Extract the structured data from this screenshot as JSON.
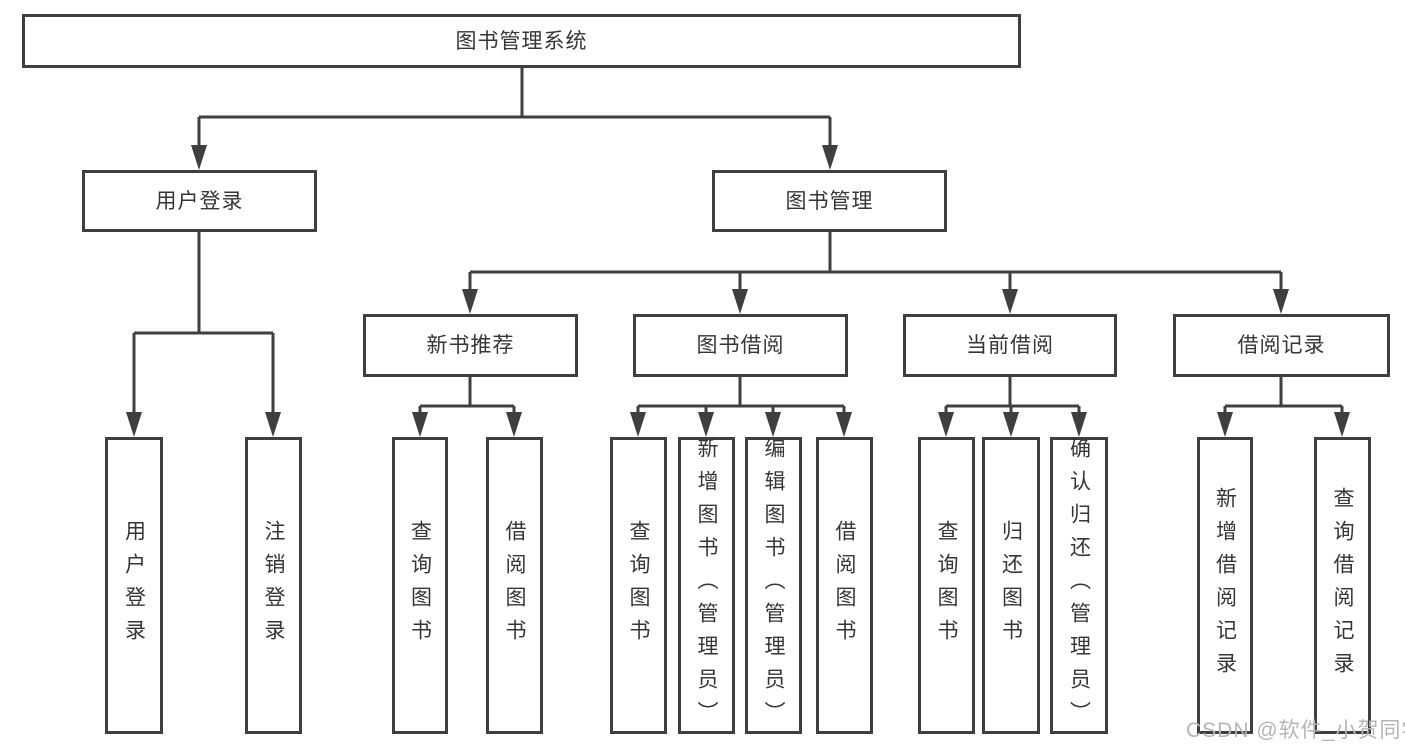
{
  "tree": {
    "root": {
      "label": "图书管理系统"
    },
    "level2": [
      {
        "label": "用户登录",
        "leaves": [
          {
            "label": "用户登录"
          },
          {
            "label": "注销登录"
          }
        ]
      },
      {
        "label": "图书管理",
        "sections": [
          {
            "label": "新书推荐",
            "leaves": [
              {
                "label": "查询图书"
              },
              {
                "label": "借阅图书"
              }
            ]
          },
          {
            "label": "图书借阅",
            "leaves": [
              {
                "label": "查询图书"
              },
              {
                "label": "新增图书（管理员）"
              },
              {
                "label": "编辑图书（管理员）"
              },
              {
                "label": "借阅图书"
              }
            ]
          },
          {
            "label": "当前借阅",
            "leaves": [
              {
                "label": "查询图书"
              },
              {
                "label": "归还图书"
              },
              {
                "label": "确认归还（管理员）"
              }
            ]
          },
          {
            "label": "借阅记录",
            "leaves": [
              {
                "label": "新增借阅记录"
              },
              {
                "label": "查询借阅记录"
              }
            ]
          }
        ]
      }
    ]
  },
  "watermark": {
    "text": "CSDN @软件_小贺同学"
  },
  "colors": {
    "line": "#3f3f3f",
    "text": "#363636",
    "box_background": "#ffffff",
    "page_background": "#ffffff",
    "watermark": "#b5b5b5"
  }
}
